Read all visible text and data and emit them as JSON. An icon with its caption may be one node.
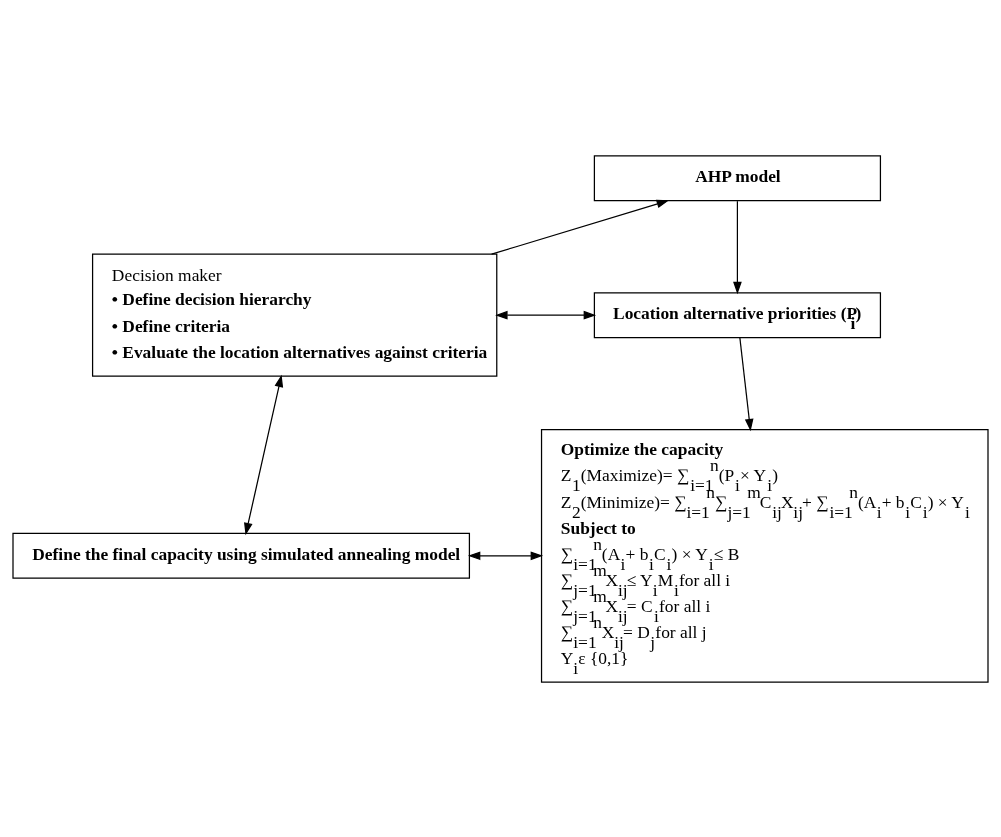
{
  "diagram": {
    "nodes": [
      {
        "text": [
          "AHP model"
        ]
      },
      {
        "text": [
          "Decision maker",
          "• Define decision hierarchy",
          "• Define criteria",
          "• Evaluate the location alternatives against criteria"
        ]
      },
      {
        "text": [
          "Location alternative priorities (P$_{i}$)"
        ]
      },
      {
        "text": [
          "Optimize the capacity",
          "Z$_{1}$(Maximize)= ∑$_{i=1}$$^{n}$(P$_{i}$× Y$_{i}$)",
          "Z$_{2}$(Minimize)= ∑$_{i=1}$$^{n}$∑$_{j=1}$$^{m}$C$_{ij}$X$_{ij}$+ ∑$_{i=1}$$^{n}$(A$_{i}$+ b$_{i}$C$_{i}$) × Y$_{i}$",
          "Subject to",
          "∑$_{i=1}$$^{n}$(A$_{i}$+ b$_{i}$C$_{i}$) × Y$_{i}$≤ B",
          "∑$_{j=1}$$^{m}$X$_{ij}$≤ Y$_{i}$M$_{i}$for all i",
          "∑$_{j=1}$$^{m}$X$_{ij}$= C$_{i}$for all i",
          "∑$_{i=1}$$^{n}$X$_{ij}$= D$_{j}$for all j",
          "Y$_{i}$ε {0,1}"
        ]
      },
      {
        "text": [
          "Define the final capacity using simulated annealing model"
        ]
      }
    ],
    "edges": [
      {
        "from": 1,
        "to": 0,
        "arrow": "to"
      },
      {
        "from": 0,
        "to": 2,
        "arrow": "to"
      },
      {
        "from": 1,
        "to": 2,
        "arrow": "both"
      },
      {
        "from": 2,
        "to": 3,
        "arrow": "to"
      },
      {
        "from": 1,
        "to": 4,
        "arrow": "both"
      },
      {
        "from": 4,
        "to": 3,
        "arrow": "both"
      }
    ]
  }
}
